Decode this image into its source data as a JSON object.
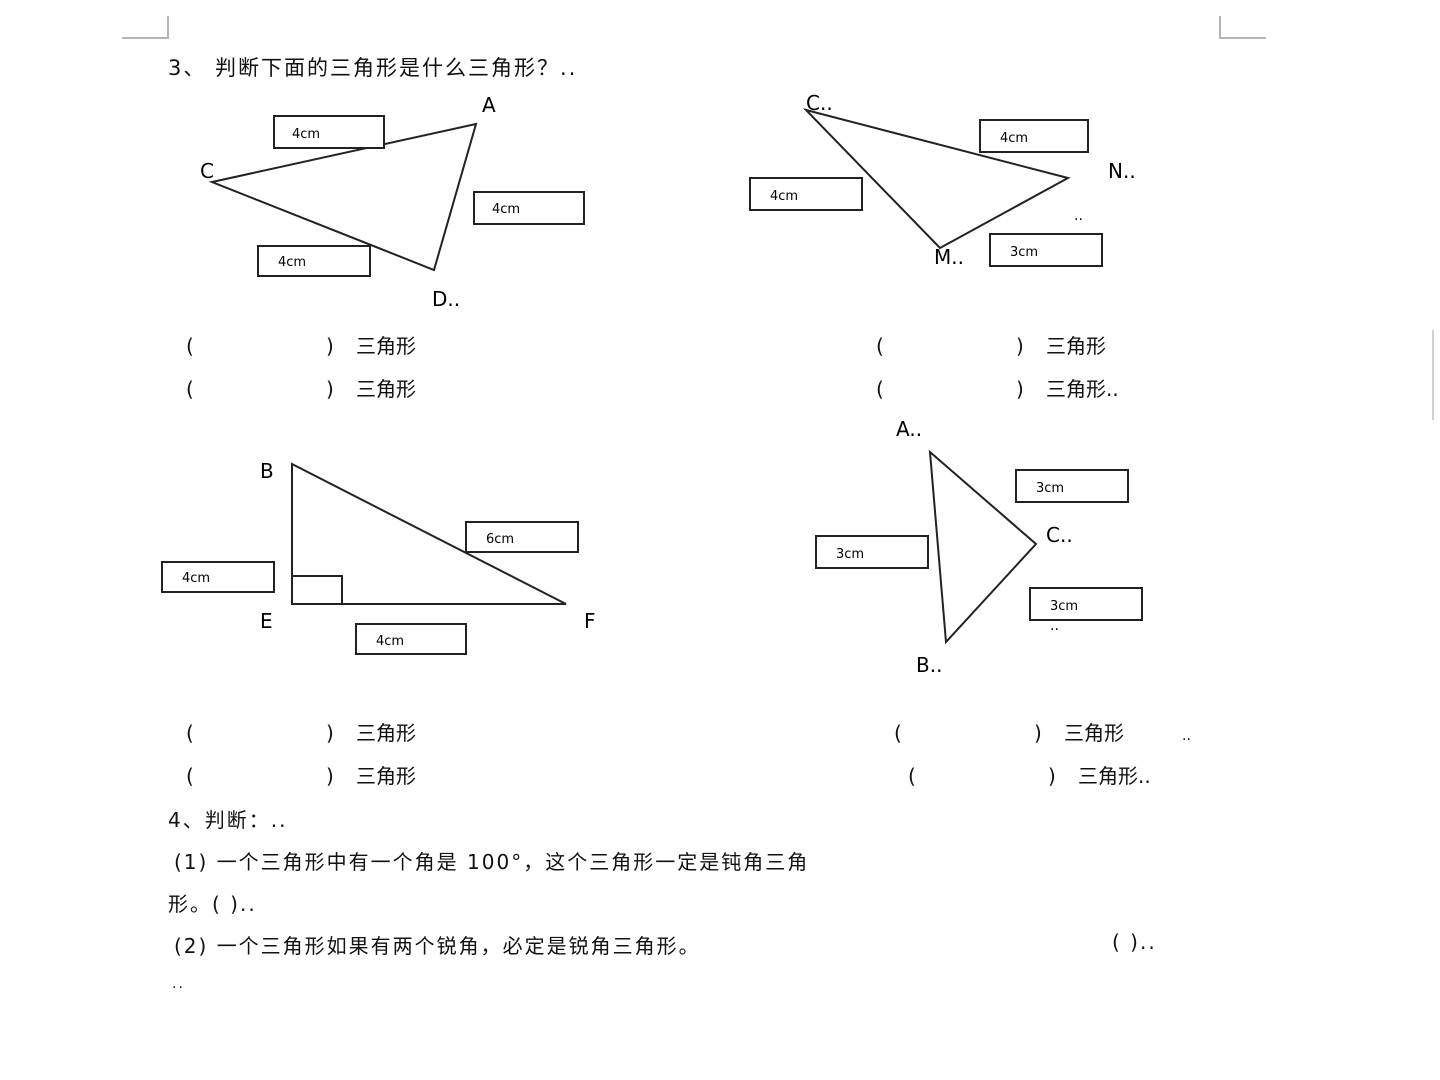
{
  "q3": {
    "title": "3、 判断下面的三角形是什么三角形？.."
  },
  "tri1": {
    "vA": "A",
    "vC": "C",
    "vD": "D..",
    "label_top": "4cm",
    "label_right": "4cm",
    "label_bottom": "4cm"
  },
  "tri2": {
    "vC": "C..",
    "vN": "N..",
    "vM": "M..",
    "mark": "..",
    "label_top": "4cm",
    "label_left": "4cm",
    "label_bottom": "3cm"
  },
  "tri3": {
    "vB": "B",
    "vE": "E",
    "vF": "F",
    "label_hyp": "6cm",
    "label_left": "4cm",
    "label_bottom": "4cm"
  },
  "tri4": {
    "vA": "A..",
    "vC": "C..",
    "vB": "B..",
    "mark": "..",
    "label_top": "3cm",
    "label_left": "3cm",
    "label_bottom": "3cm"
  },
  "answers": {
    "open": "(",
    "close": ")",
    "suffix": "三角形",
    "suffix_end": "三角形..",
    "end_mark": ".."
  },
  "q4": {
    "title": "4、判断：..",
    "item1_a": "(1) 一个三角形中有一个角是 100°，这个三角形一定是钝角三角",
    "item1_b": "形。(        )..",
    "item2": "(2) 一个三角形如果有两个锐角，必定是锐角三角形。",
    "item2_tail": "(        )..",
    "trailing": ".."
  }
}
